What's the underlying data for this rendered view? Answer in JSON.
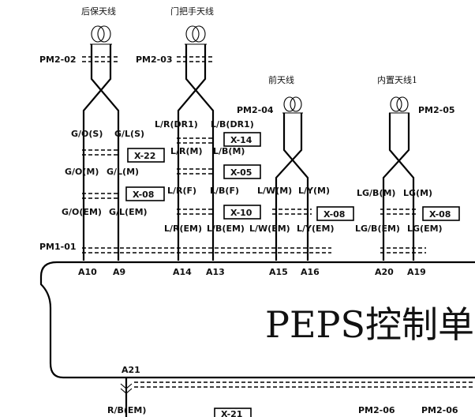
{
  "antennas": [
    {
      "title": "后保天线",
      "connector": "PM2-02"
    },
    {
      "title": "门把手天线",
      "connector": "PM2-03"
    },
    {
      "title": "前天线",
      "connector": "PM2-04"
    },
    {
      "title": "内置天线1",
      "connector": "PM2-05"
    }
  ],
  "wires": [
    {
      "signal": "G/O(S)",
      "mid": "G/O(M)",
      "em": "G/O(EM)",
      "pin": "A10"
    },
    {
      "signal": "G/L(S)",
      "mid": "G/L(M)",
      "em": "G/L(EM)",
      "pin": "A9"
    },
    {
      "signal": "L/R(DR1)",
      "mid": "L/R(M)",
      "f": "L/R(F)",
      "em": "L/R(EM)",
      "pin": "A14"
    },
    {
      "signal": "L/B(DR1)",
      "mid": "L/B(M)",
      "f": "L/B(F)",
      "em": "L/B(EM)",
      "pin": "A13"
    },
    {
      "mid": "L/W(M)",
      "em": "L/W(EM)",
      "pin": "A15"
    },
    {
      "mid": "L/Y(M)",
      "em": "L/Y(EM)",
      "pin": "A16"
    },
    {
      "mid": "LG/B(M)",
      "em": "LG/B(EM)",
      "pin": "A20"
    },
    {
      "mid": "LG(M)",
      "em": "LG(EM)",
      "pin": "A19"
    }
  ],
  "splices": [
    "X-22",
    "X-08",
    "X-14",
    "X-05",
    "X-10",
    "X-08",
    "X-08",
    "X-21"
  ],
  "main_connector": "PM1-01",
  "module_label": "PEPS控制单",
  "bottom": {
    "pin": "A21",
    "wire": "R/B(EM)",
    "connector_1": "PM2-06",
    "connector_2": "PM2-06"
  }
}
